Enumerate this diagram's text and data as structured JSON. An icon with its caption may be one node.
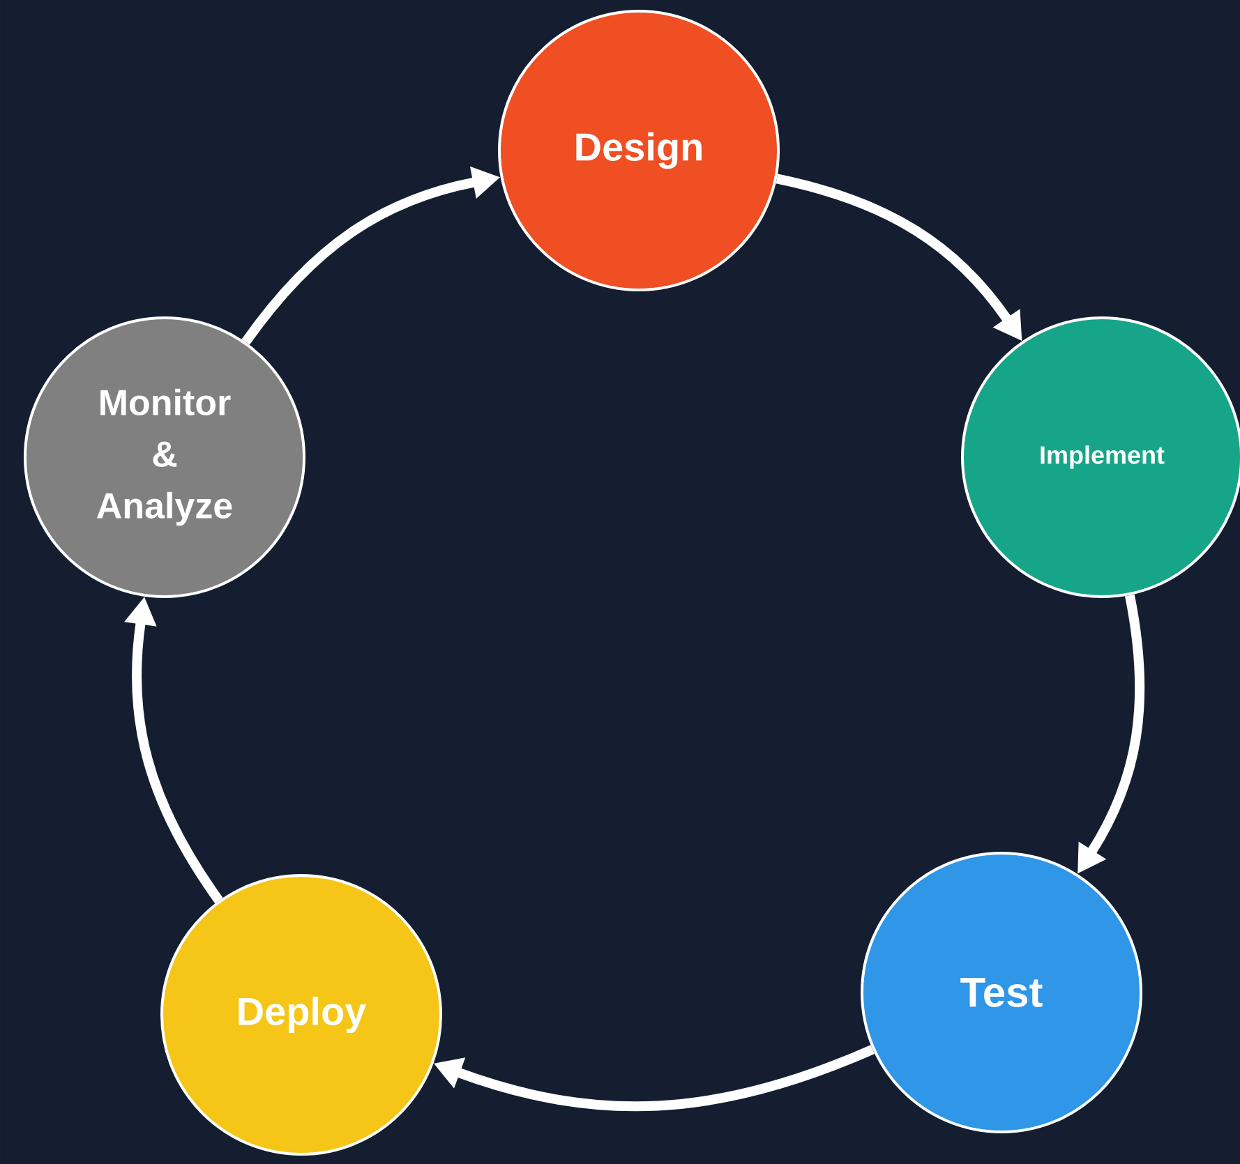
{
  "diagram": {
    "nodes": [
      {
        "text": [
          "Design"
        ]
      },
      {
        "text": [
          "Implement"
        ]
      },
      {
        "text": [
          "Test"
        ]
      },
      {
        "text": [
          "Deploy"
        ]
      },
      {
        "text": [
          "Monitor & Analyze"
        ]
      }
    ],
    "edges": [
      {
        "from": 0,
        "to": 1,
        "arrow": "to"
      },
      {
        "from": 1,
        "to": 2,
        "arrow": "to"
      },
      {
        "from": 2,
        "to": 3,
        "arrow": "to"
      },
      {
        "from": 3,
        "to": 4,
        "arrow": "to"
      },
      {
        "from": 4,
        "to": 0,
        "arrow": "to"
      }
    ]
  }
}
